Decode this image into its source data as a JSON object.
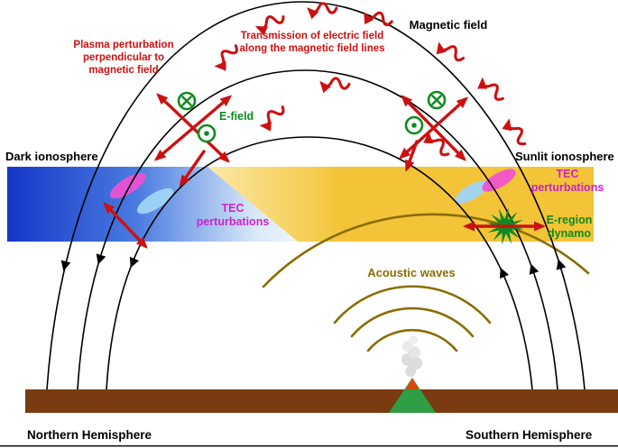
{
  "labels": {
    "magnetic_field": "Magnetic field",
    "transmission_line1": "Transmission of electric field",
    "transmission_line2": "along the magnetic field lines",
    "plasma_line1": "Plasma perturbation",
    "plasma_line2": "perpendicular to",
    "plasma_line3": "magnetic field",
    "dark_ionosphere": "Dark ionosphere",
    "sunlit_ionosphere": "Sunlit ionosphere",
    "e_field": "E-field",
    "tec_line1": "TEC",
    "tec_line2": "perturbations",
    "e_region_line1": "E-region",
    "e_region_line2": "dynamo",
    "acoustic_waves": "Acoustic waves",
    "northern_hemisphere": "Northern Hemisphere",
    "southern_hemisphere": "Southern Hemisphere"
  },
  "colors": {
    "red": "#cc1111",
    "magenta": "#cc22cc",
    "green": "#0e8a1e",
    "olive": "#8a6d00",
    "brown": "#7a3b10",
    "deep_blue": "#1536c8",
    "mid_blue": "#4a7ce0",
    "pale_blue": "#d8e8f8",
    "gold": "#f3c437",
    "pale_gold": "#fbe9a8",
    "pink_blob": "#f24fd2",
    "blue_blob": "#9fd4f7",
    "smoke_gray": "#d9d9d9",
    "volcano_green": "#2f9e44",
    "lava_orange": "#d9480f",
    "black": "#000000"
  },
  "icons": {
    "e_field_into_page": "circled-x",
    "e_field_out_of_page": "circled-dot"
  }
}
